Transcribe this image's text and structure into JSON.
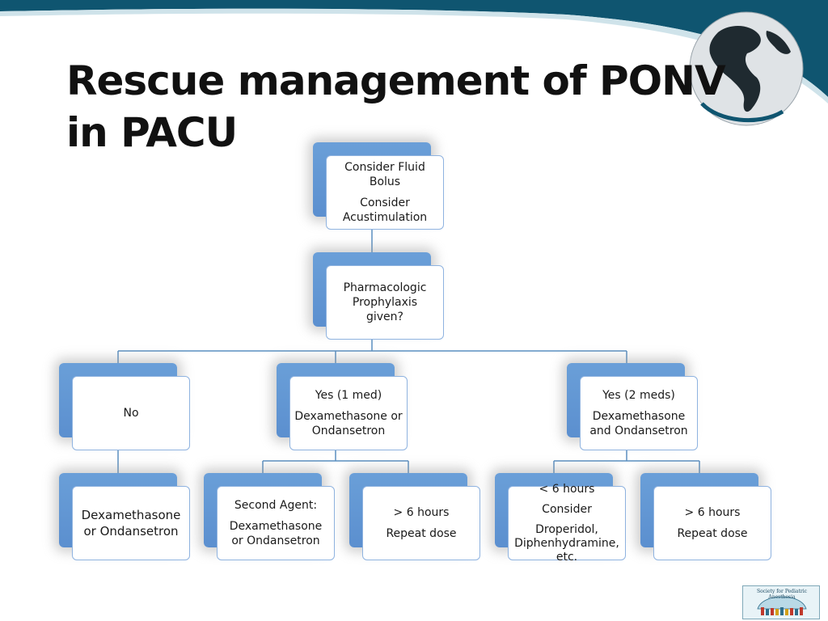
{
  "title": "Rescue management of PONV in PACU",
  "colors": {
    "header_band": "#0f5570",
    "box_back": "#5b8fcf",
    "box_border": "#8fb3e0",
    "connector": "#5a8fc0"
  },
  "icons": {
    "globe": "globe-icon",
    "logo": "society-pediatric-anesthesia-logo"
  },
  "logo_text": "Society for Pediatric Anesthesia",
  "nodes": {
    "top": {
      "line1": "Consider Fluid Bolus",
      "line2": "Consider Acustimulation"
    },
    "prophylaxis": {
      "line1": "Pharmacologic Prophylaxis given?"
    },
    "no": {
      "line1": "No"
    },
    "yes1": {
      "line1": "Yes (1 med)",
      "line2": "Dexamethasone or Ondansetron"
    },
    "yes2": {
      "line1": "Yes (2 meds)",
      "line2": "Dexamethasone and Ondansetron"
    },
    "no_child": {
      "line1": "Dexamethasone or Ondansetron"
    },
    "yes1_child_a": {
      "line1": "Second Agent:",
      "line2": "Dexamethasone or Ondansetron"
    },
    "yes1_child_b": {
      "line1": "> 6 hours",
      "line2": "Repeat dose"
    },
    "yes2_child_a": {
      "line1": "< 6 hours",
      "line2": "Consider",
      "line3": "Droperidol, Diphenhydramine, etc."
    },
    "yes2_child_b": {
      "line1": "> 6 hours",
      "line2": "Repeat dose"
    }
  }
}
